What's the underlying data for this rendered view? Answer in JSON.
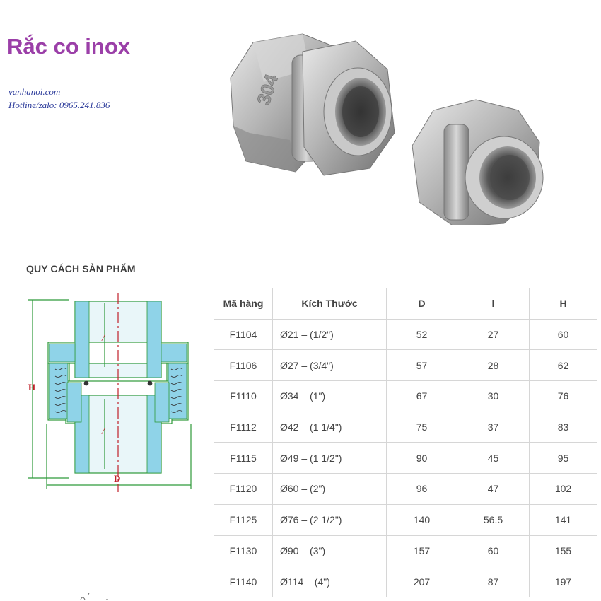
{
  "header": {
    "title": "Rắc co inox",
    "website": "vanhanoi.com",
    "hotline": "Hotline/zalo: 0965.241.836"
  },
  "product_photo": {
    "stamp_text": "304",
    "metal_color": "#b9b9b9"
  },
  "spec": {
    "heading": "QUY CÁCH SẢN PHẨM",
    "drawing": {
      "label_height": "H",
      "label_diameter": "D",
      "line_color": "#2e9a3a",
      "center_line_color": "#c0202a",
      "section_fill": "#8fd3e8"
    },
    "table": {
      "headers": [
        "Mã hàng",
        "Kích Thước",
        "D",
        "l",
        "H"
      ],
      "rows": [
        [
          "F1104",
          "Ø21 – (1/2\")",
          "52",
          "27",
          "60"
        ],
        [
          "F1106",
          "Ø27 – (3/4\")",
          "57",
          "28",
          "62"
        ],
        [
          "F1110",
          "Ø34 – (1\")",
          "67",
          "30",
          "76"
        ],
        [
          "F1112",
          "Ø42 – (1 1/4\")",
          "75",
          "37",
          "83"
        ],
        [
          "F1115",
          "Ø49 – (1 1/2\")",
          "90",
          "45",
          "95"
        ],
        [
          "F1120",
          "Ø60 – (2\")",
          "96",
          "47",
          "102"
        ],
        [
          "F1125",
          "Ø76 – (2 1/2\")",
          "140",
          "56.5",
          "141"
        ],
        [
          "F1130",
          "Ø90 – (3\")",
          "157",
          "60",
          "155"
        ],
        [
          "F1140",
          "Ø114 – (4\")",
          "207",
          "87",
          "197"
        ]
      ]
    }
  },
  "colors": {
    "title": "#9b3fa8",
    "contact": "#2b3a9a",
    "table_border": "#d6d6d6",
    "text": "#444444"
  }
}
